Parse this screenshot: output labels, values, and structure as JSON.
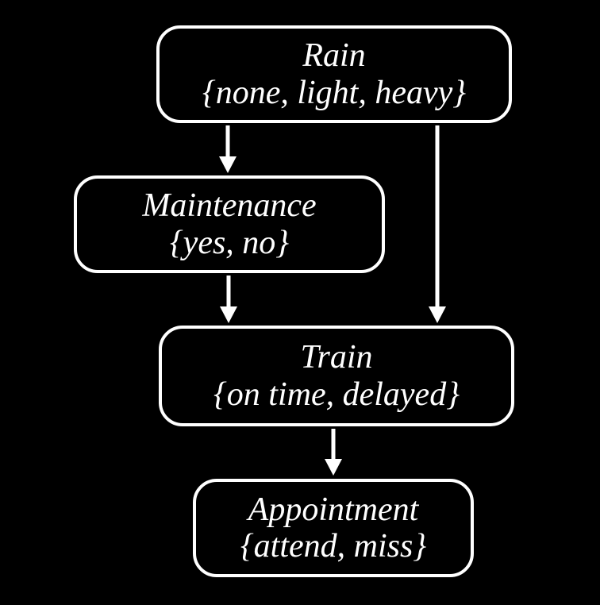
{
  "diagram": {
    "nodes": [
      {
        "id": "rain",
        "label": "Rain",
        "values": "{none, light, heavy}"
      },
      {
        "id": "maintenance",
        "label": "Maintenance",
        "values": "{yes, no}"
      },
      {
        "id": "train",
        "label": "Train",
        "values": "{on time, delayed}"
      },
      {
        "id": "appointment",
        "label": "Appointment",
        "values": "{attend, miss}"
      }
    ],
    "edges": [
      {
        "from": "Rain",
        "to": "Maintenance"
      },
      {
        "from": "Rain",
        "to": "Train"
      },
      {
        "from": "Maintenance",
        "to": "Train"
      },
      {
        "from": "Train",
        "to": "Appointment"
      }
    ],
    "colors": {
      "background": "#000000",
      "node_fill": "#000000",
      "node_border": "#ffffff",
      "text": "#ffffff",
      "arrow": "#ffffff"
    }
  }
}
